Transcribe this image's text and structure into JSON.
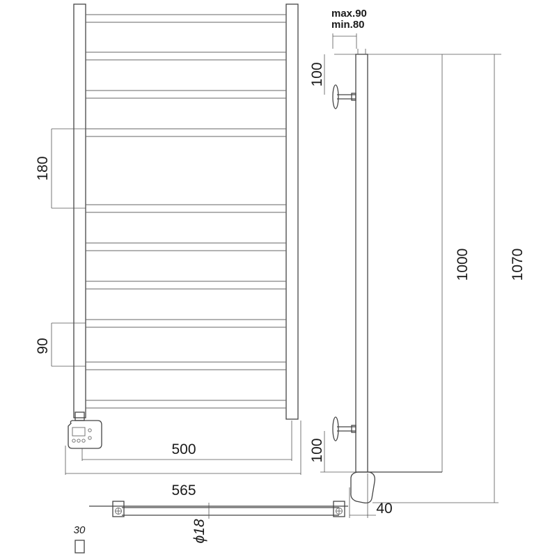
{
  "dimensions": {
    "bar_spacing": "180",
    "bar_spacing_small": "90",
    "width_inner": "500",
    "width_total": "565",
    "height_rails": "1000",
    "height_total": "1070",
    "wall_offset_max": "max.90",
    "wall_offset_min": "min.80",
    "bracket_top": "100",
    "bracket_bottom": "100",
    "depth": "40",
    "tube_diameter": "ϕ18",
    "profile_size": "30"
  },
  "colors": {
    "line": "#444444",
    "text": "#1a1a1a",
    "background": "#ffffff"
  }
}
